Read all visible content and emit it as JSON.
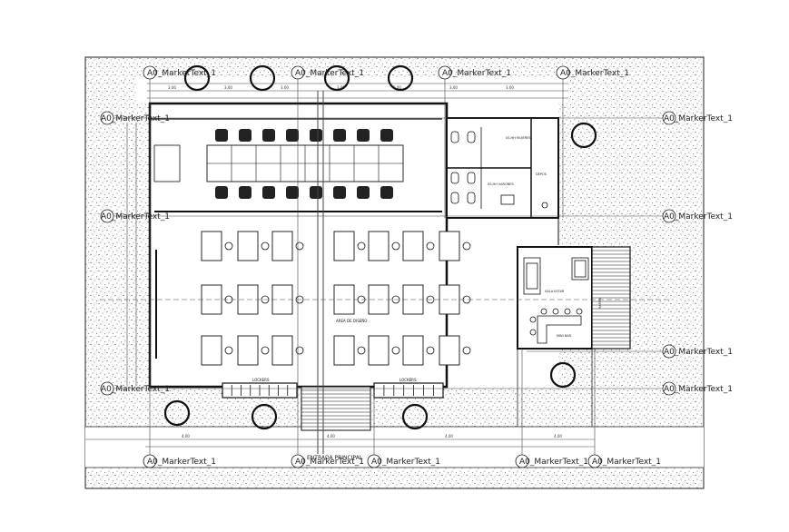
{
  "markers": {
    "top": [
      "A0_MarkerText_1",
      "A0_MarkerText_1",
      "A0_MarkerText_1",
      "A0_MarkerText_1"
    ],
    "bottom": [
      "A0_MarkerText_1",
      "A0_MarkerText_1",
      "A0_MarkerText_1",
      "A0_MarkerText_1",
      "A0_MarkerText_1"
    ],
    "left": [
      "A0_MarkerText_1",
      "A0_MarkerText_1",
      "A0_MarkerText_1"
    ],
    "right": [
      "A0_MarkerText_1",
      "A0_MarkerText_1",
      "A0_MarkerText_1",
      "A0_MarkerText_1"
    ]
  },
  "rooms": {
    "main_hall": "AREA DE DISEÑO",
    "lockers_left": "LOCKERS",
    "lockers_right": "LOCKERS",
    "ss_hh_mujeres": "SS.HH MUJERES",
    "ss_hh_varones": "SS.HH VARONES",
    "deposit": "DEPOS",
    "sala_estar": "SALA ESTAR",
    "minibar": "MINI BAR",
    "rampa": "RAMPA",
    "entrance": "ENTRADA PRINCIPAL"
  },
  "dimensions": {
    "top": [
      "3.00",
      "3.00",
      "3.00",
      "3.00",
      "3.00",
      "3.00",
      "3.00"
    ],
    "bottom": [
      "4.00",
      "4.00",
      "4.00",
      "4.00"
    ]
  }
}
